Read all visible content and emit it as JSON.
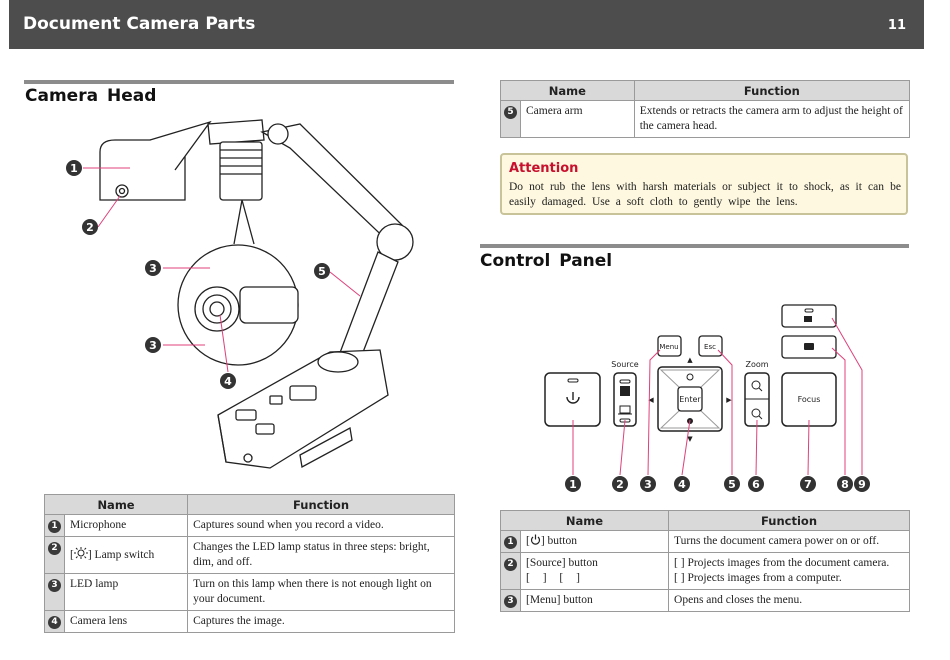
{
  "header": {
    "title": "Document Camera Parts",
    "page_number": "11"
  },
  "camera_head": {
    "heading": "Camera Head",
    "callouts": [
      "1",
      "2",
      "3",
      "3",
      "4",
      "5"
    ],
    "table": {
      "columns": [
        "Name",
        "Function"
      ],
      "rows": [
        {
          "num": "1",
          "name": "Microphone",
          "function": "Captures sound when you record a video."
        },
        {
          "num": "2",
          "name_pre": "[",
          "name_icon": "lamp-icon",
          "name_post": "] Lamp switch",
          "function": "Changes the LED lamp status in three steps: bright, dim, and off."
        },
        {
          "num": "3",
          "name": "LED lamp",
          "function": "Turn on this lamp when there is not enough light on your document."
        },
        {
          "num": "4",
          "name": "Camera lens",
          "function": "Captures the image."
        }
      ]
    }
  },
  "arm_table": {
    "columns": [
      "Name",
      "Function"
    ],
    "rows": [
      {
        "num": "5",
        "name": "Camera arm",
        "function": "Extends or retracts the camera arm to adjust the height of the camera head."
      }
    ]
  },
  "attention": {
    "title": "Attention",
    "body": "Do not rub the lens with harsh materials or subject it to shock, as it can be easily damaged. Use a soft cloth to gently wipe the lens."
  },
  "control_panel": {
    "heading": "Control Panel",
    "labels": {
      "source": "Source",
      "zoom": "Zoom",
      "menu": "Menu",
      "esc": "Esc",
      "enter": "Enter",
      "focus": "Focus"
    },
    "callouts": [
      "1",
      "2",
      "3",
      "4",
      "5",
      "6",
      "7",
      "8",
      "9"
    ],
    "table": {
      "columns": [
        "Name",
        "Function"
      ],
      "rows": [
        {
          "num": "1",
          "name_pre": "[",
          "name_icon": "power-icon",
          "name_post": "] button",
          "function": "Turns the document camera power on or off."
        },
        {
          "num": "2",
          "name": "[Source] button",
          "name_line2": "[ ] [ ]",
          "function": "[ ] Projects images from the document camera.",
          "function_line2": "[ ] Projects images from a computer."
        },
        {
          "num": "3",
          "name": "[Menu] button",
          "function": "Opens and closes the menu."
        }
      ]
    }
  }
}
